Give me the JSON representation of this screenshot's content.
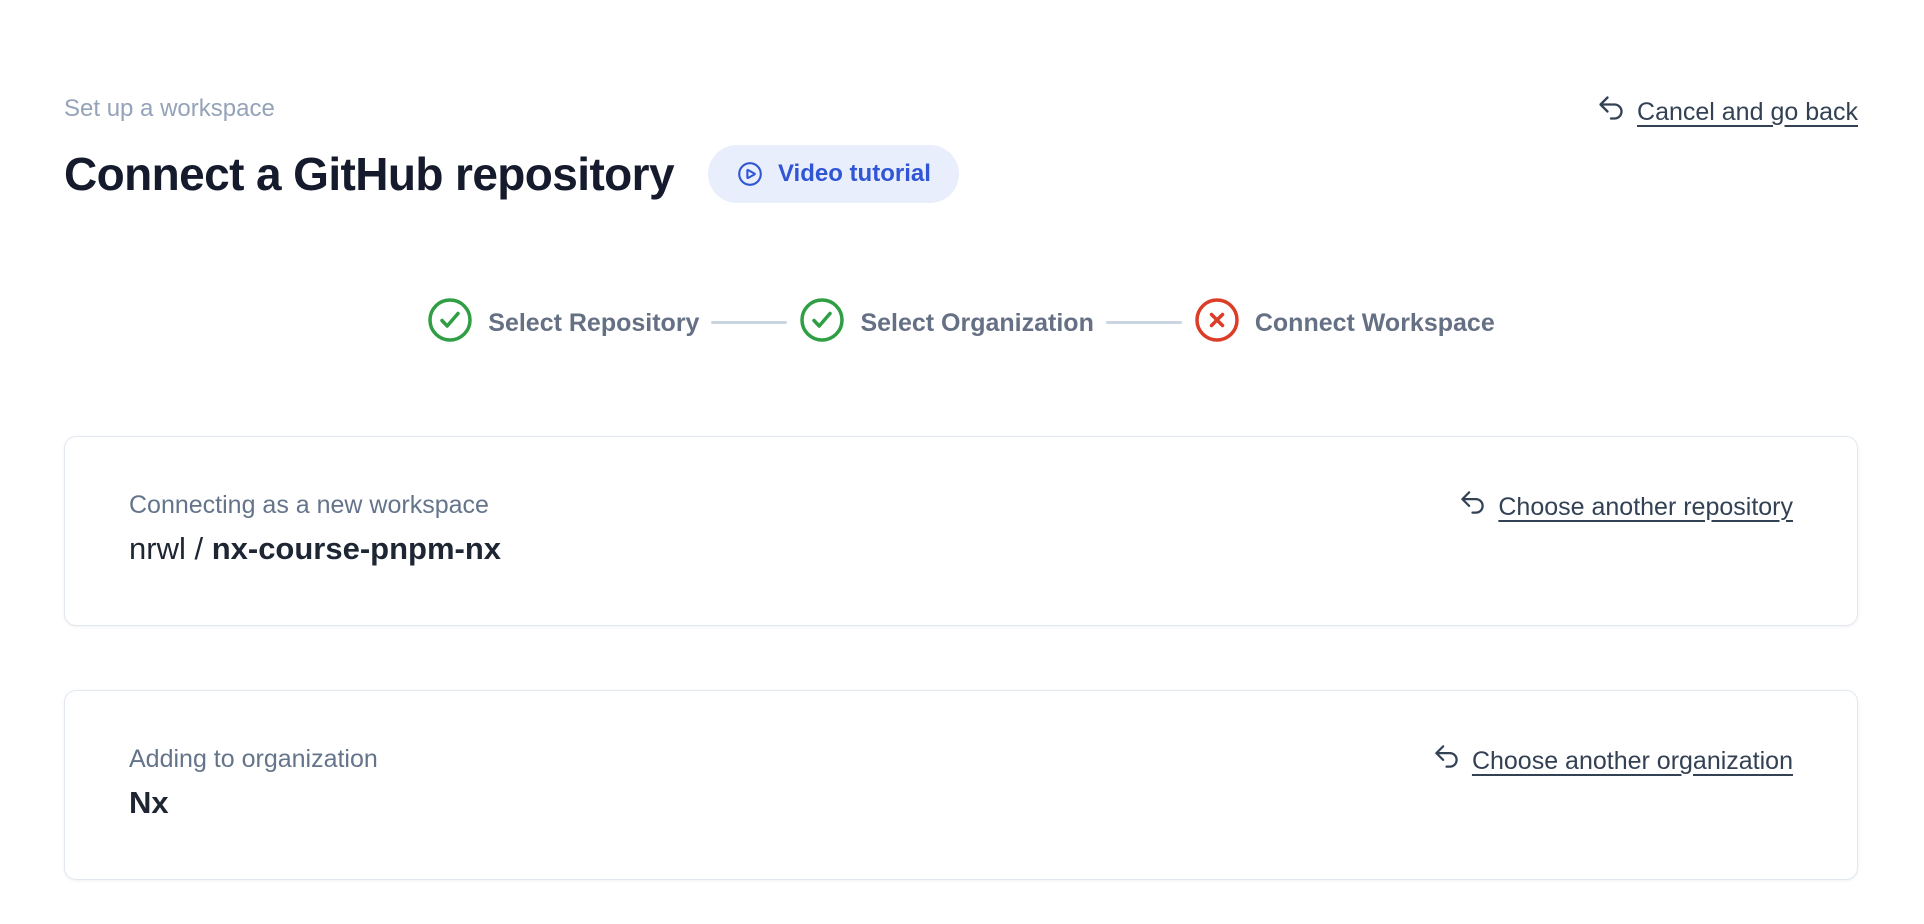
{
  "colors": {
    "green": "#2f9e44",
    "red": "#dc3d28",
    "blue": "#3056d6",
    "pill_bg": "#e8eefc"
  },
  "header": {
    "eyebrow": "Set up a workspace",
    "title": "Connect a GitHub repository",
    "video_button_label": "Video tutorial",
    "cancel_link_label": "Cancel and go back"
  },
  "stepper": {
    "steps": [
      {
        "label": "Select Repository",
        "status": "complete",
        "icon": "check-circle-icon"
      },
      {
        "label": "Select Organization",
        "status": "complete",
        "icon": "check-circle-icon"
      },
      {
        "label": "Connect Workspace",
        "status": "error",
        "icon": "x-circle-icon"
      }
    ]
  },
  "cards": [
    {
      "label": "Connecting as a new workspace",
      "value_prefix": "nrwl / ",
      "value_name": "nx-course-pnpm-nx",
      "action_label": "Choose another repository"
    },
    {
      "label": "Adding to organization",
      "value_prefix": "",
      "value_name": "Nx",
      "action_label": "Choose another organization"
    }
  ]
}
